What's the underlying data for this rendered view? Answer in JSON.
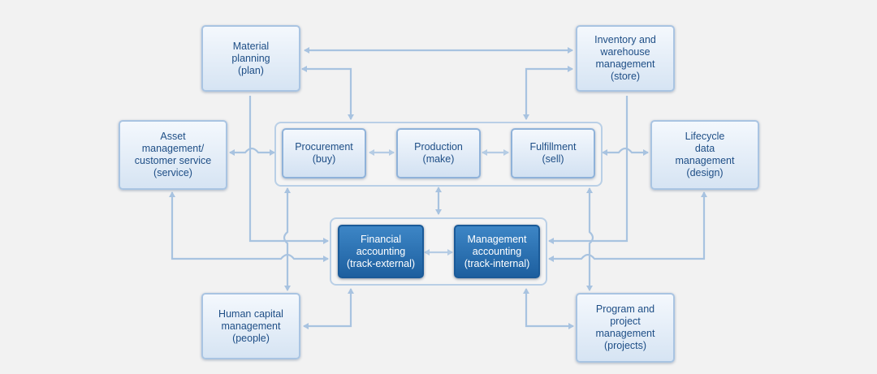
{
  "diagram": {
    "nodes": {
      "material_planning": "Material\nplanning\n(plan)",
      "inventory": "Inventory and\nwarehouse\nmanagement\n(store)",
      "asset_management": "Asset\nmanagement/\ncustomer service\n(service)",
      "procurement": "Procurement\n(buy)",
      "production": "Production\n(make)",
      "fulfillment": "Fulfillment\n(sell)",
      "lifecycle": "Lifecycle\ndata\nmanagement\n(design)",
      "financial_accounting": "Financial\naccounting\n(track-external)",
      "management_accounting": "Management\naccounting\n(track-internal)",
      "human_capital": "Human capital\nmanagement\n(people)",
      "program_project": "Program and\nproject\nmanagement\n(projects)"
    },
    "colors": {
      "background": "#f2f2f2",
      "connector": "#a8c3e0",
      "box_text": "#1e4e86",
      "accounting_fill": "#2a6fb0"
    }
  }
}
